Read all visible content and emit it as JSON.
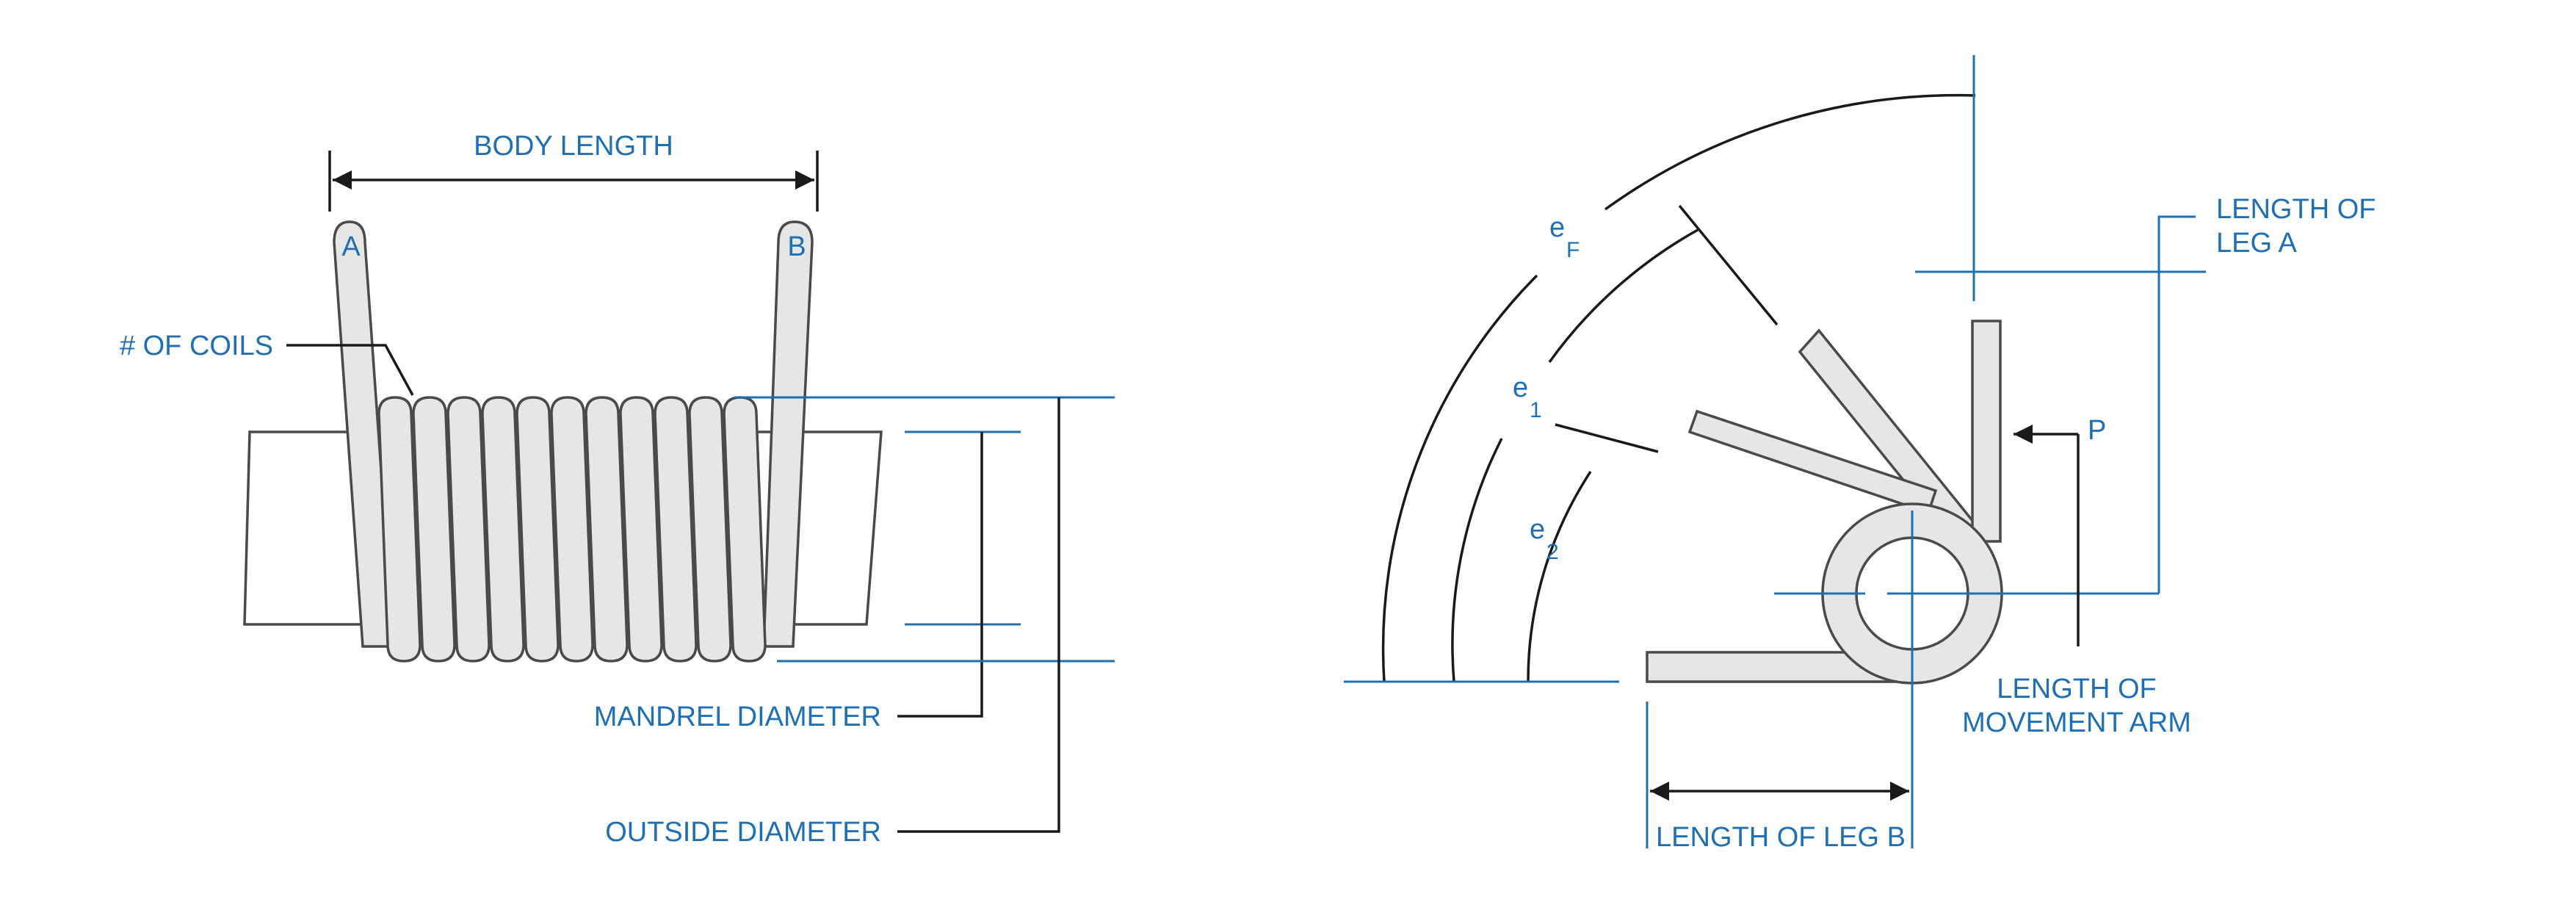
{
  "left_diagram": {
    "body_length": "BODY LENGTH",
    "leg_a": "A",
    "leg_b": "B",
    "num_coils": "# OF COILS",
    "mandrel_diameter": "MANDREL DIAMETER",
    "outside_diameter": "OUTSIDE DIAMETER"
  },
  "right_diagram": {
    "theta_f": "e",
    "theta_f_sub": "F",
    "theta_1": "e",
    "theta_1_sub": "1",
    "theta_2": "e",
    "theta_2_sub": "2",
    "length_leg_a_line1": "LENGTH OF",
    "length_leg_a_line2": "LEG A",
    "force_p": "P",
    "movement_arm_line1": "LENGTH OF",
    "movement_arm_line2": "MOVEMENT ARM",
    "length_leg_b": "LENGTH OF LEG B"
  },
  "colors": {
    "label_blue": "#1f6fb4",
    "spring_fill": "#e6e6e6",
    "outline": "#4a4a4a"
  }
}
